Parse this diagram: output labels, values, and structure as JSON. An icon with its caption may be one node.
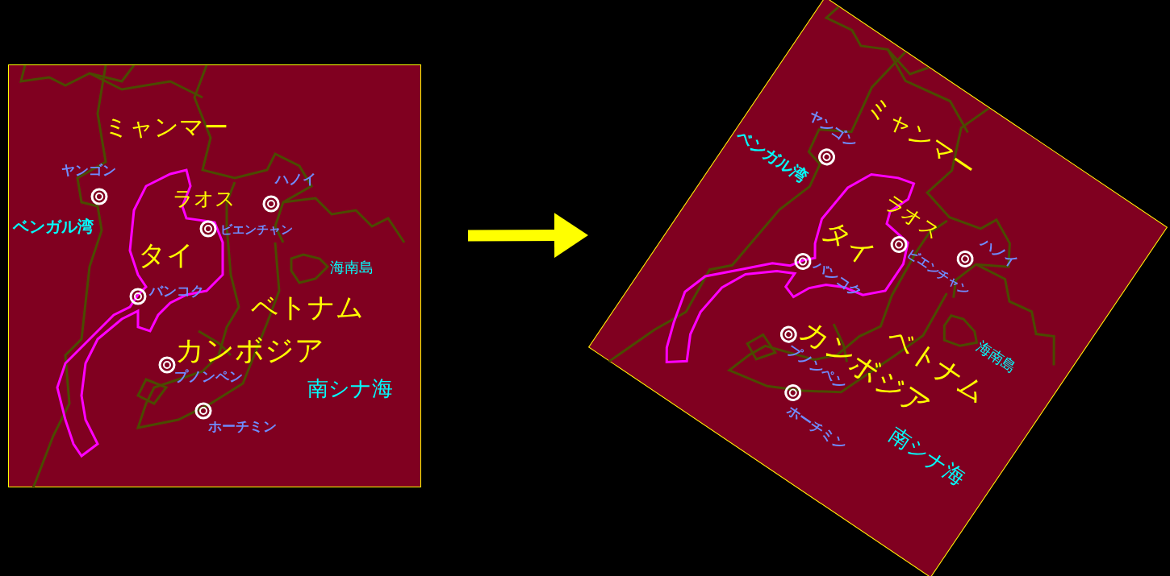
{
  "diagram": {
    "nodes": [
      {
        "text": [
          "ミャンマー",
          "ヤンゴン",
          "ベンガル湾",
          "ラオス",
          "ハノイ",
          "ビエンチャン",
          "タイ",
          "バンコク",
          "海南島",
          "ベトナム",
          "カンボジア",
          "プノンペン",
          "南シナ海",
          "ホーチミン"
        ]
      },
      {
        "text": [
          "ミャンマー",
          "ヤンゴン",
          "ベンガル湾",
          "ラオス",
          "ハノイ",
          "ビエンチャン",
          "タイ",
          "バンコク",
          "海南島",
          "ベトナム",
          "カンボジア",
          "プノンペン",
          "南シナ海",
          "ホーチミン"
        ]
      }
    ],
    "edges": [
      {
        "from": 0,
        "to": 1,
        "arrow": "to"
      }
    ]
  }
}
